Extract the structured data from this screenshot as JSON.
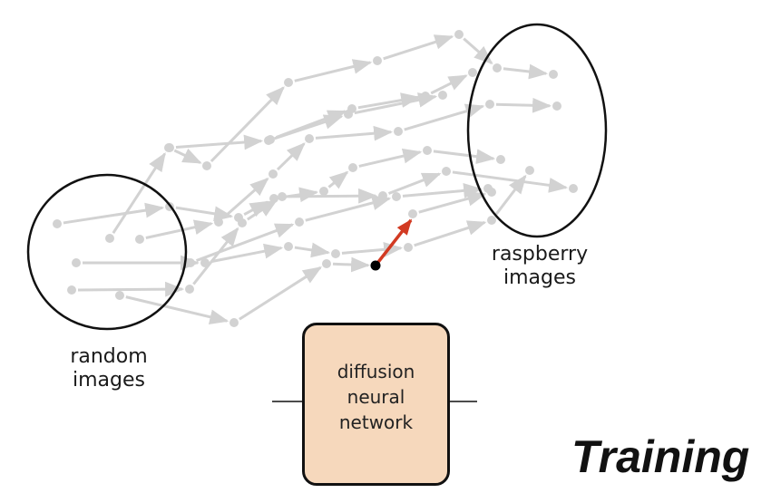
{
  "labels": {
    "random_images": [
      "random",
      "images"
    ],
    "raspberry_images": [
      "raspberry",
      "images"
    ]
  },
  "network": {
    "lines": [
      "diffusion",
      "neural",
      "network"
    ]
  },
  "title": "Training",
  "colors": {
    "path": "#d2d2d2",
    "highlight": "#d23a22",
    "box_fill": "#f6d8bc",
    "outline": "#111111"
  }
}
